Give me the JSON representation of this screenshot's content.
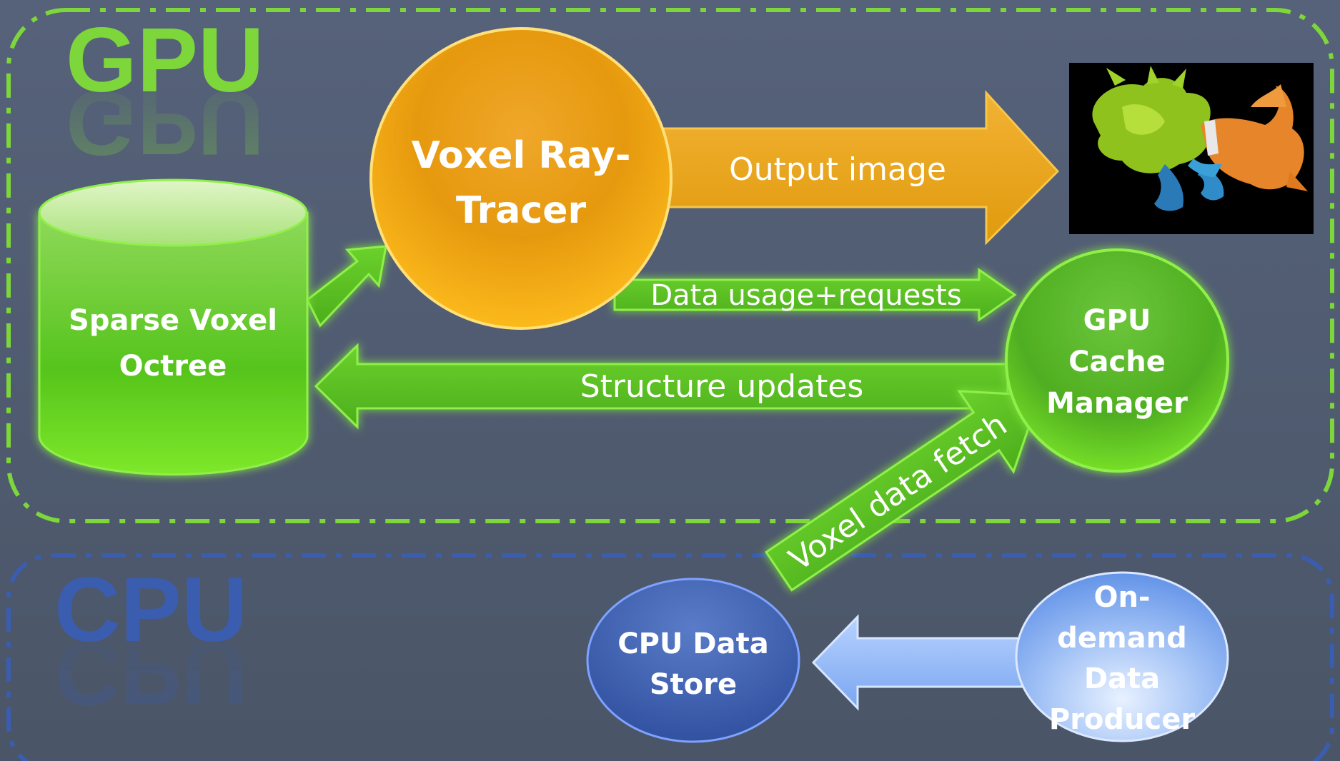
{
  "regions": {
    "gpu": {
      "title": "GPU",
      "color": "#7dd63a"
    },
    "cpu": {
      "title": "CPU",
      "color": "#3a5db0"
    }
  },
  "nodes": {
    "octree": {
      "line1": "Sparse Voxel",
      "line2": "Octree"
    },
    "raytracer": {
      "line1": "Voxel Ray-",
      "line2": "Tracer"
    },
    "cache": {
      "line1": "GPU",
      "line2": "Cache",
      "line3": "Manager"
    },
    "cpu_store": {
      "line1": "CPU  Data",
      "line2": "Store"
    },
    "producer": {
      "line1": "On-",
      "line2": "demand",
      "line3": "Data",
      "line4": "Producer"
    }
  },
  "arrows": {
    "output_image": "Output image",
    "data_usage": "Data usage+requests",
    "structure_updates": "Structure updates",
    "voxel_fetch": "Voxel data fetch"
  },
  "output_render": {
    "icon": "dragon-render-image"
  }
}
